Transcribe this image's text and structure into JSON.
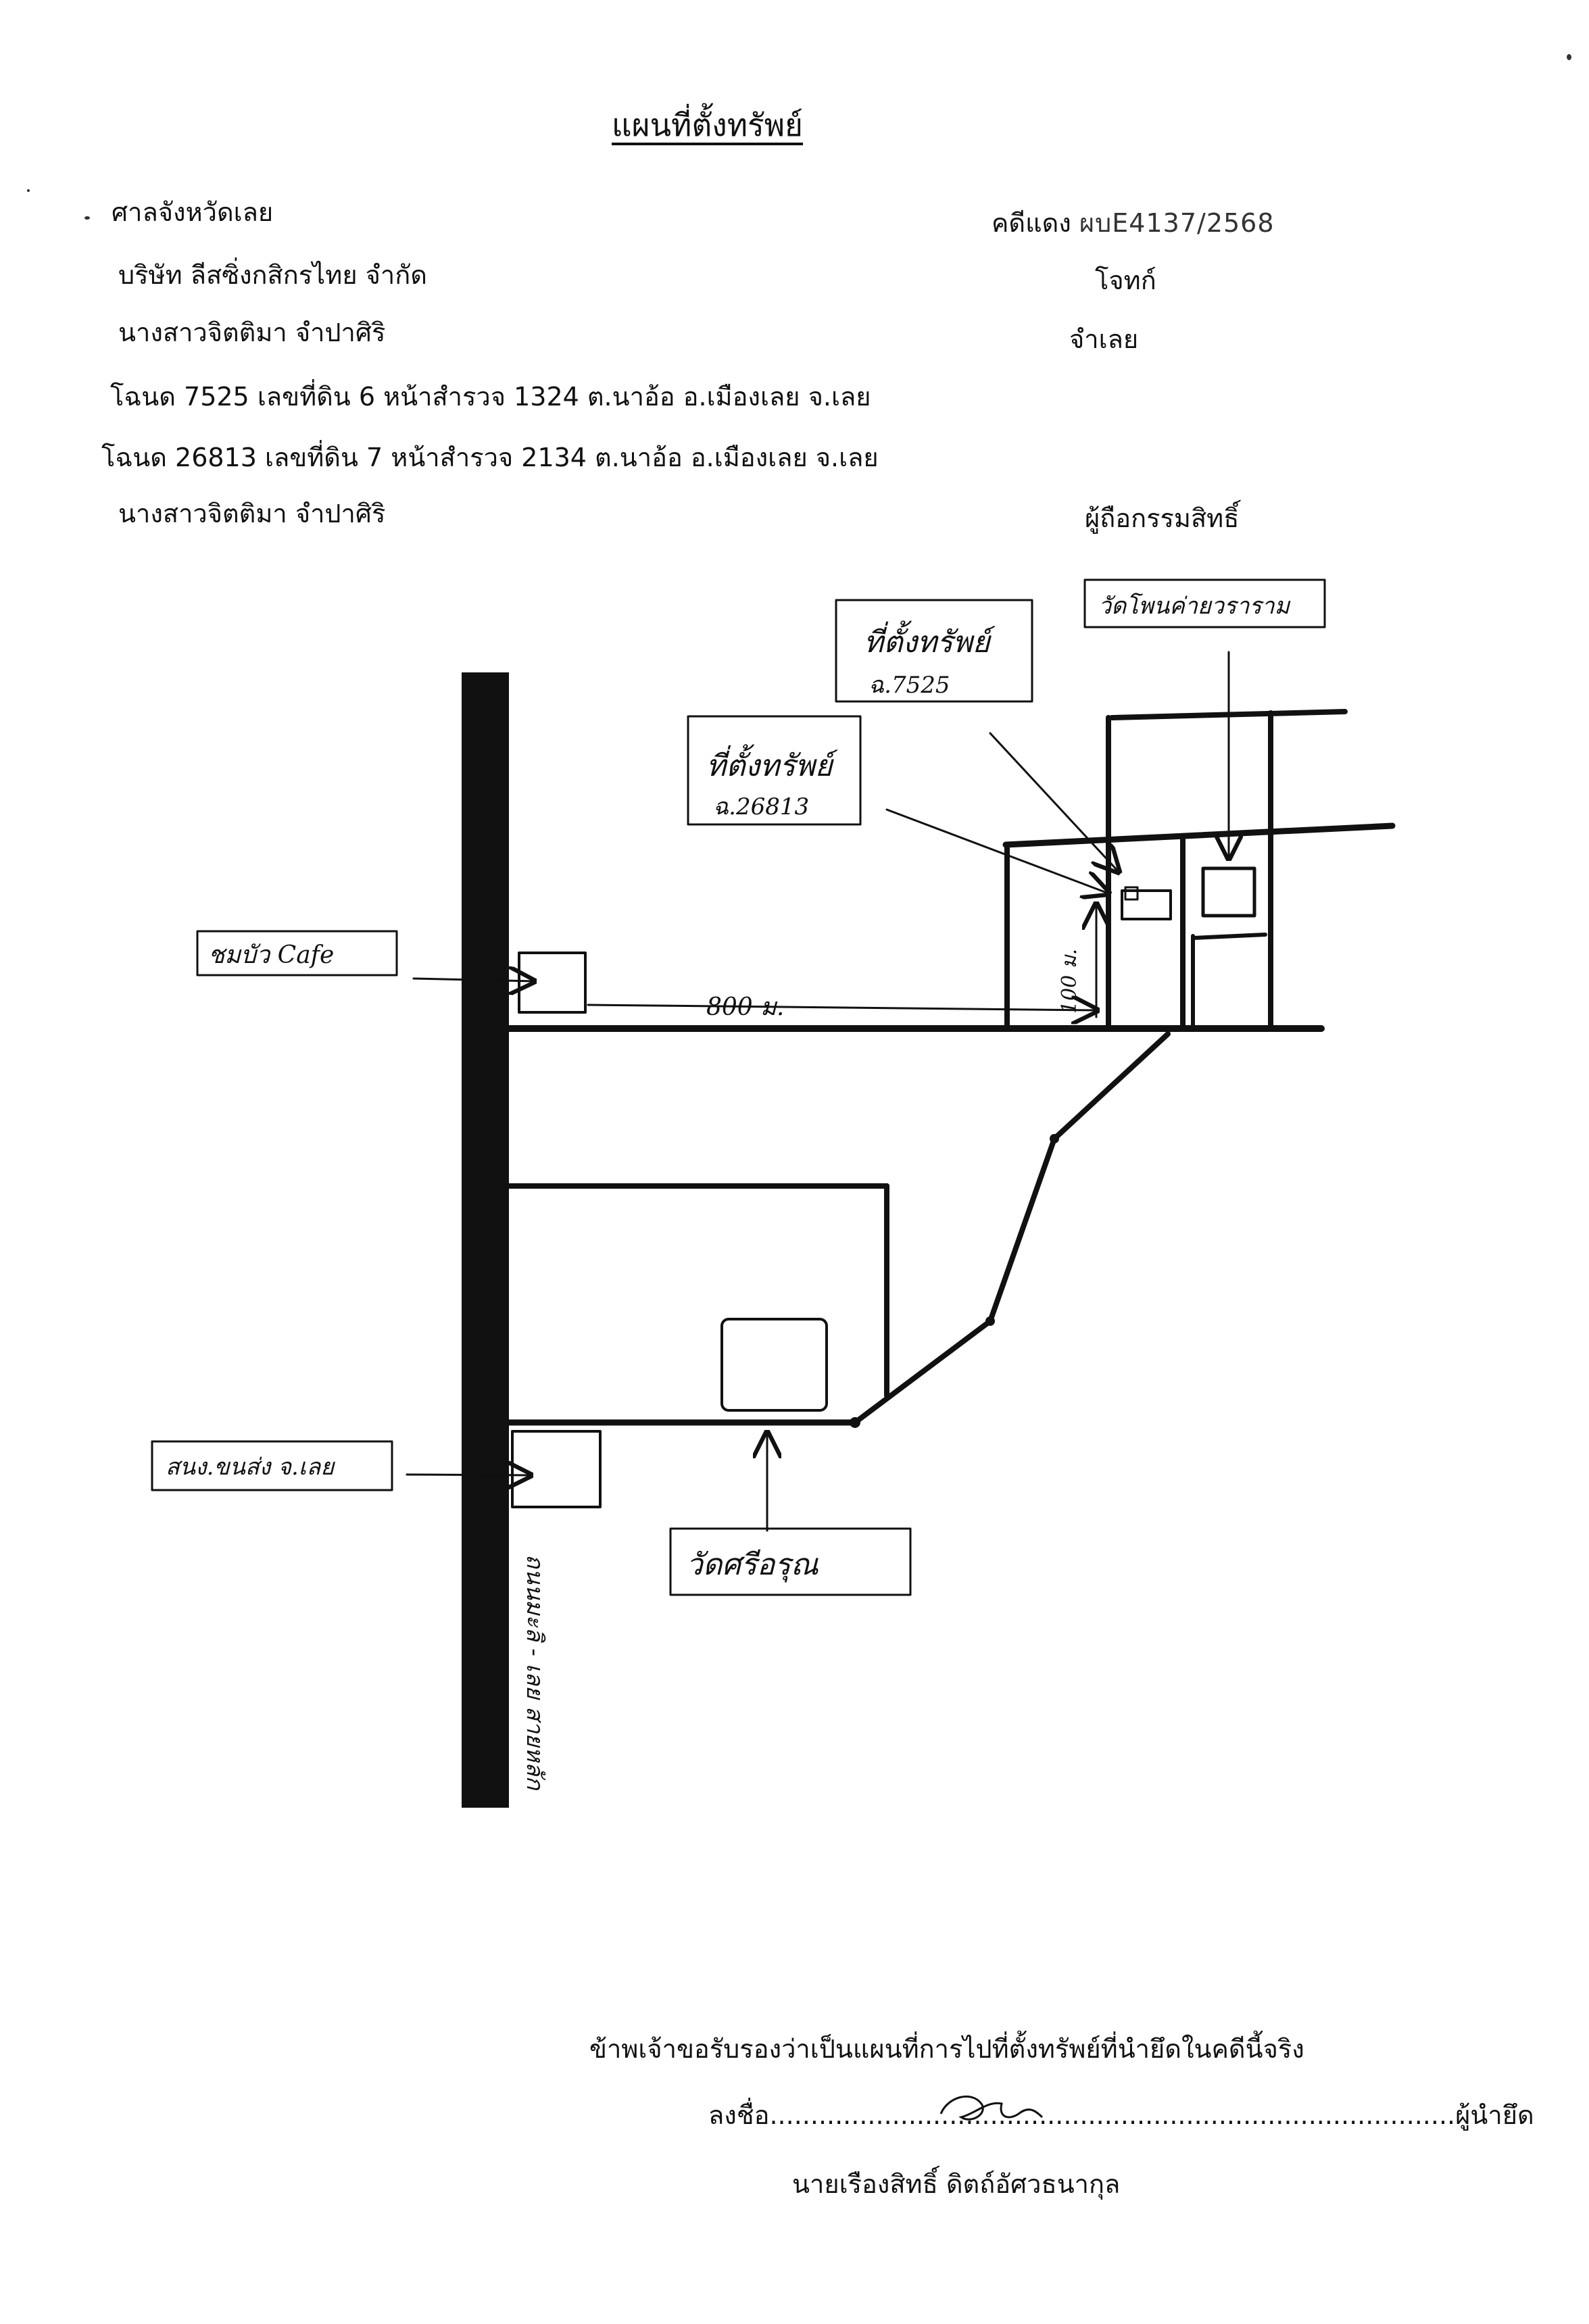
{
  "title": "แผนที่ตั้งทรัพย์",
  "header": {
    "court": "ศาลจังหวัดเลย",
    "plaintiff_name": "บริษัท ลีสซิ่งกสิกรไทย จำกัด",
    "defendant_name": "นางสาวจิตติมา จำปาศิริ",
    "deed_1": "โฉนด 7525 เลขที่ดิน 6 หน้าสำรวจ 1324 ต.นาอ้อ อ.เมืองเลย จ.เลย",
    "deed_2": "โฉนด 26813 เลขที่ดิน 7 หน้าสำรวจ 2134 ต.นาอ้อ  อ.เมืองเลย จ.เลย",
    "owner_name": "นางสาวจิตติมา จำปาศิริ",
    "case_label": "คดีแดง ",
    "case_number": "ผบE4137/2568",
    "plaintiff_role": "โจทก์",
    "defendant_role": "จำเลย",
    "owner_role": "ผู้ถือกรรมสิทธิ์"
  },
  "map": {
    "temple_top": "วัดโพนค่ายวราราม",
    "property_7525_title": "ที่ตั้งทรัพย์",
    "property_7525_deed": "ฉ.7525",
    "property_26813_title": "ที่ตั้งทรัพย์",
    "property_26813_deed": "ฉ.26813",
    "cafe": "ชมบัว Cafe",
    "distance_horizontal": "800 ม.",
    "distance_vertical": "100 ม.",
    "office": "สนง.ขนส่ง จ.เลย",
    "temple_bottom": "วัดศรีอรุณ",
    "main_road": "ถนนมะลิ - เลย สายหลัก"
  },
  "footer": {
    "certify": "ข้าพเจ้าขอรับรองว่าเป็นแผนที่การไปที่ตั้งทรัพย์ที่นำยึดในคดีนี้จริง",
    "sign_prefix": "ลงชื่อ",
    "sign_dots_left": "..........................................",
    "sign_dots_right": "..........................................",
    "sign_suffix": "ผู้นำยึด",
    "signer_name": "นายเรืองสิทธิ์ ดิตถ์อัศวธนากุล"
  },
  "colors": {
    "ink": "#111111",
    "background": "#ffffff"
  }
}
